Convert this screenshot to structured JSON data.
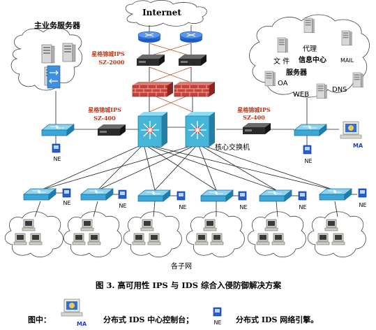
{
  "labels": {
    "internet": "Internet",
    "main_servers": "主业务服务器",
    "ips_top": "星格锦城IPS",
    "ips_top_model": "SZ-2000",
    "ips_left": "星格锦城IPS",
    "ips_left_model": "SZ-400",
    "ips_right": "星格锦城IPS",
    "ips_right_model": "SZ-400",
    "core_switch": "核心交换机",
    "subnets": "各子网",
    "ne": "NE",
    "ma": "MA",
    "info_server_file": "文 件",
    "info_server_proxy": "代理",
    "info_center": "信息中心",
    "info_mail": "MAIL",
    "info_server": "服务器",
    "info_oa": "OA",
    "info_web": "WEB",
    "info_dns": "DNS"
  },
  "caption": "图 3. 高可用性 IPS 与 IDS 综合入侵防御解决方案",
  "legend": {
    "prefix": "图中：",
    "ma_label": "MA",
    "ma_desc": "分布式 IDS 中心控制台；",
    "ne_label": "NE",
    "ne_desc": "分布式 IDS 网络引擎。"
  },
  "colors": {
    "switch": "#3ba7d9",
    "router": "#2c6fd6",
    "firewall": "#c8413a",
    "ips": "#2b2b2b",
    "core": "#45b6d9",
    "line": "#222222",
    "cross": "#c24a1c"
  }
}
